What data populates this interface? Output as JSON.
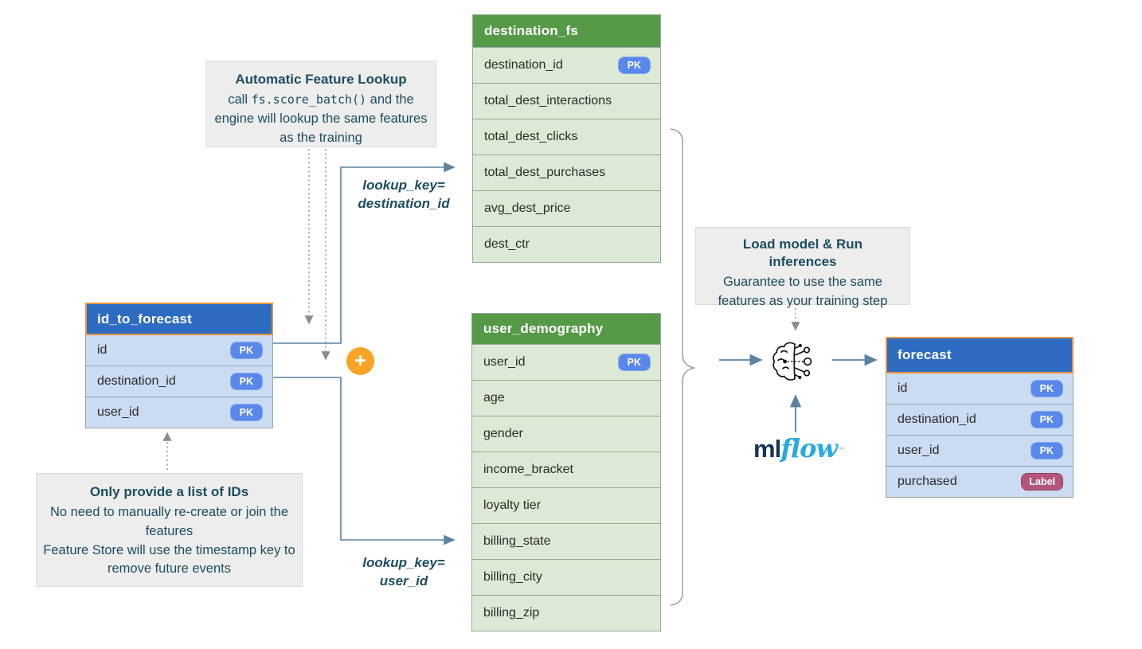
{
  "diagram": {
    "tables": {
      "destination_fs": {
        "title": "destination_fs",
        "rows": [
          {
            "name": "destination_id",
            "badge": "PK"
          },
          {
            "name": "total_dest_interactions",
            "badge": null
          },
          {
            "name": "total_dest_clicks",
            "badge": null
          },
          {
            "name": "total_dest_purchases",
            "badge": null
          },
          {
            "name": "avg_dest_price",
            "badge": null
          },
          {
            "name": "dest_ctr",
            "badge": null
          }
        ]
      },
      "user_demography": {
        "title": "user_demography",
        "rows": [
          {
            "name": "user_id",
            "badge": "PK"
          },
          {
            "name": "age",
            "badge": null
          },
          {
            "name": "gender",
            "badge": null
          },
          {
            "name": "income_bracket",
            "badge": null
          },
          {
            "name": "loyalty tier",
            "badge": null
          },
          {
            "name": "billing_state",
            "badge": null
          },
          {
            "name": "billing_city",
            "badge": null
          },
          {
            "name": "billing_zip",
            "badge": null
          }
        ]
      },
      "id_to_forecast": {
        "title": "id_to_forecast",
        "rows": [
          {
            "name": "id",
            "badge": "PK"
          },
          {
            "name": "destination_id",
            "badge": "PK"
          },
          {
            "name": "user_id",
            "badge": "PK"
          }
        ]
      },
      "forecast": {
        "title": "forecast",
        "rows": [
          {
            "name": "id",
            "badge": "PK"
          },
          {
            "name": "destination_id",
            "badge": "PK"
          },
          {
            "name": "user_id",
            "badge": "PK"
          },
          {
            "name": "purchased",
            "badge": "Label"
          }
        ]
      }
    },
    "notes": {
      "auto_lookup": {
        "title": "Automatic Feature Lookup",
        "body_prefix": "call ",
        "code": "fs.score_batch()",
        "body_suffix": " and the engine will lookup the same features as the training"
      },
      "only_ids": {
        "title": "Only provide a list of IDs",
        "body1": "No need to manually re-create or join the features",
        "body2": "Feature Store will use the timestamp key to remove future events"
      },
      "load_model": {
        "title": "Load model & Run inferences",
        "body": "Guarantee to use the same features as your training step"
      }
    },
    "edge_labels": {
      "lookup_destination": {
        "line1": "lookup_key=",
        "line2": "destination_id"
      },
      "lookup_user": {
        "line1": "lookup_key=",
        "line2": "user_id"
      }
    },
    "logo": {
      "ml": "ml",
      "flow": "flow",
      "tm": "™"
    },
    "plus_icon": "+",
    "icons": {
      "model": "brain-circuit"
    },
    "colors": {
      "green_header": "#569a48",
      "green_row": "#dce9d4",
      "blue_header": "#2e6cc2",
      "blue_row": "#cadbf2",
      "orange_header_border": "#ea933e",
      "pk_badge": "#5a87ea",
      "label_badge": "#b4567b",
      "note_bg": "#ededed",
      "note_text": "#1d4d60",
      "connector": "#5b82a0",
      "dotted_connector": "#8c8c8c",
      "plus": "#f9a426",
      "mlflow_ml": "#15335b",
      "mlflow_flow": "#29a9e1"
    }
  }
}
